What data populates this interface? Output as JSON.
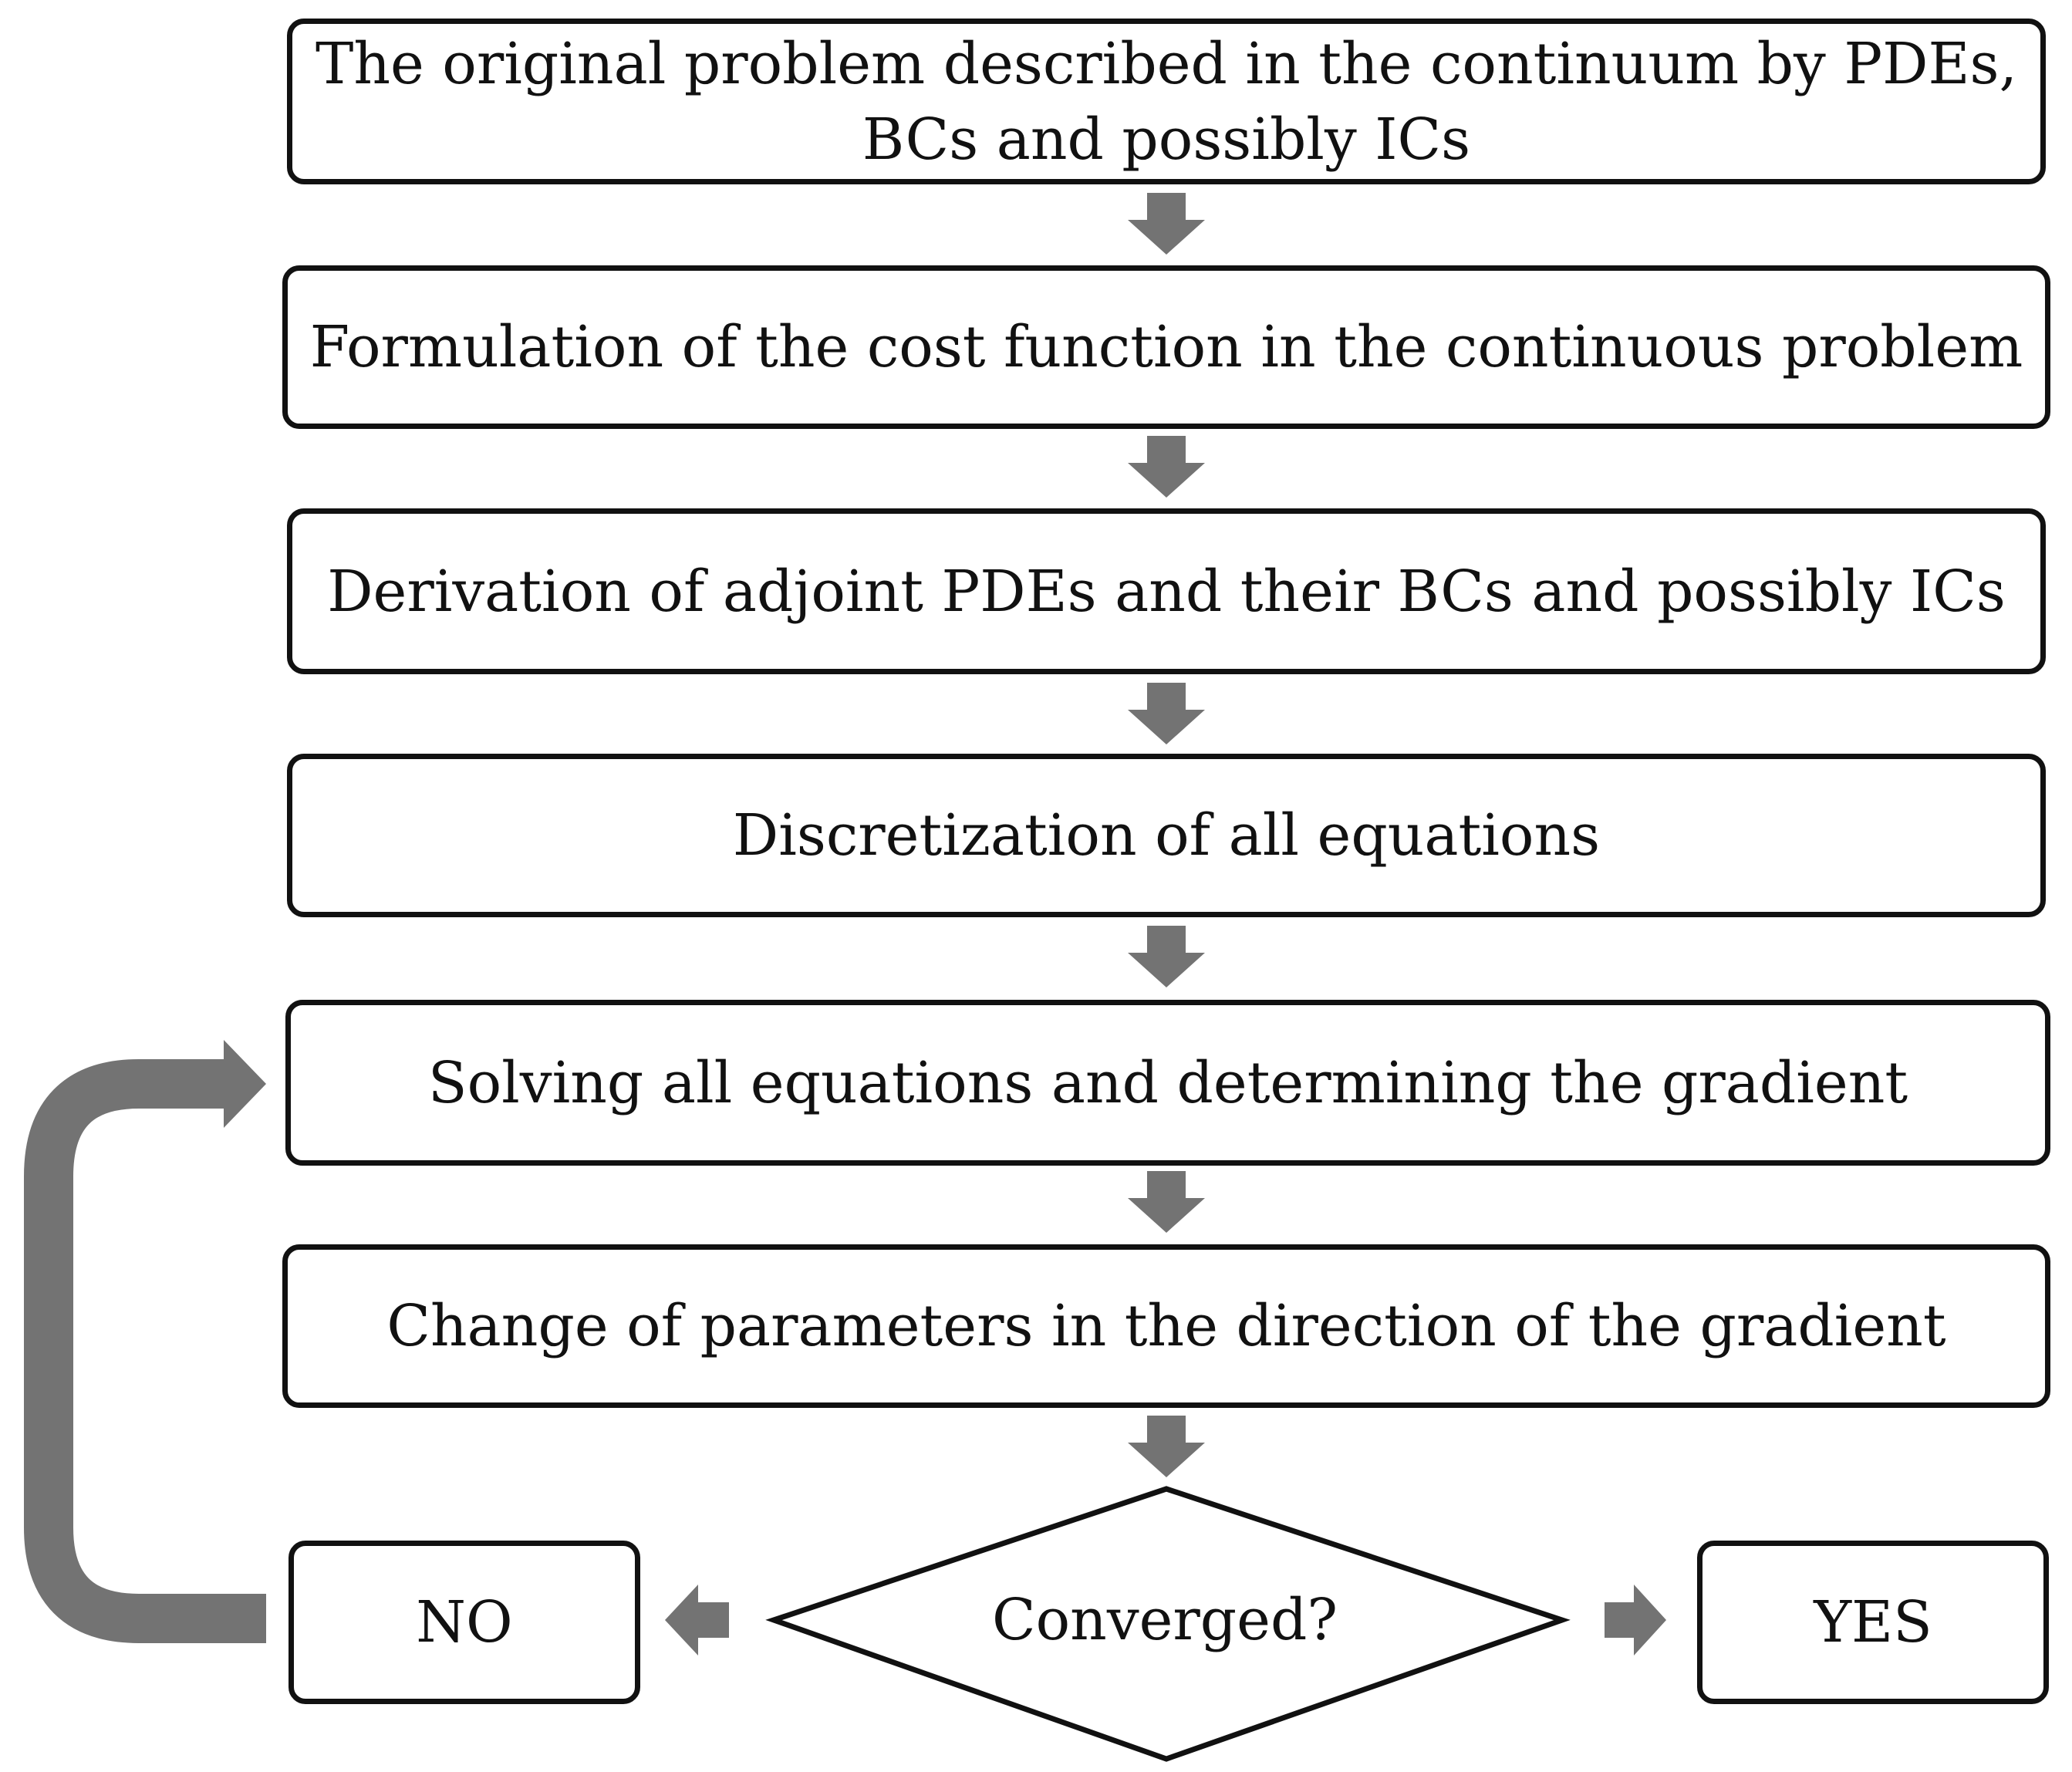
{
  "diagram": {
    "steps": [
      {
        "id": "original-problem",
        "label": "The original problem described in the continuum by PDEs,\nBCs and possibly ICs"
      },
      {
        "id": "cost-function",
        "label": "Formulation of the cost function in the continuous problem"
      },
      {
        "id": "adjoint-derivation",
        "label": "Derivation of adjoint PDEs and their BCs and possibly ICs"
      },
      {
        "id": "discretization",
        "label": "Discretization of all equations"
      },
      {
        "id": "solving",
        "label": "Solving all equations and determining the gradient"
      },
      {
        "id": "change-parameters",
        "label": "Change of parameters in the direction of the gradient"
      }
    ],
    "decision": {
      "label": "Converged?"
    },
    "outcomes": {
      "no": "NO",
      "yes": "YES"
    },
    "colors": {
      "arrow": "#737373",
      "outline": "#111111",
      "background": "#ffffff"
    }
  }
}
